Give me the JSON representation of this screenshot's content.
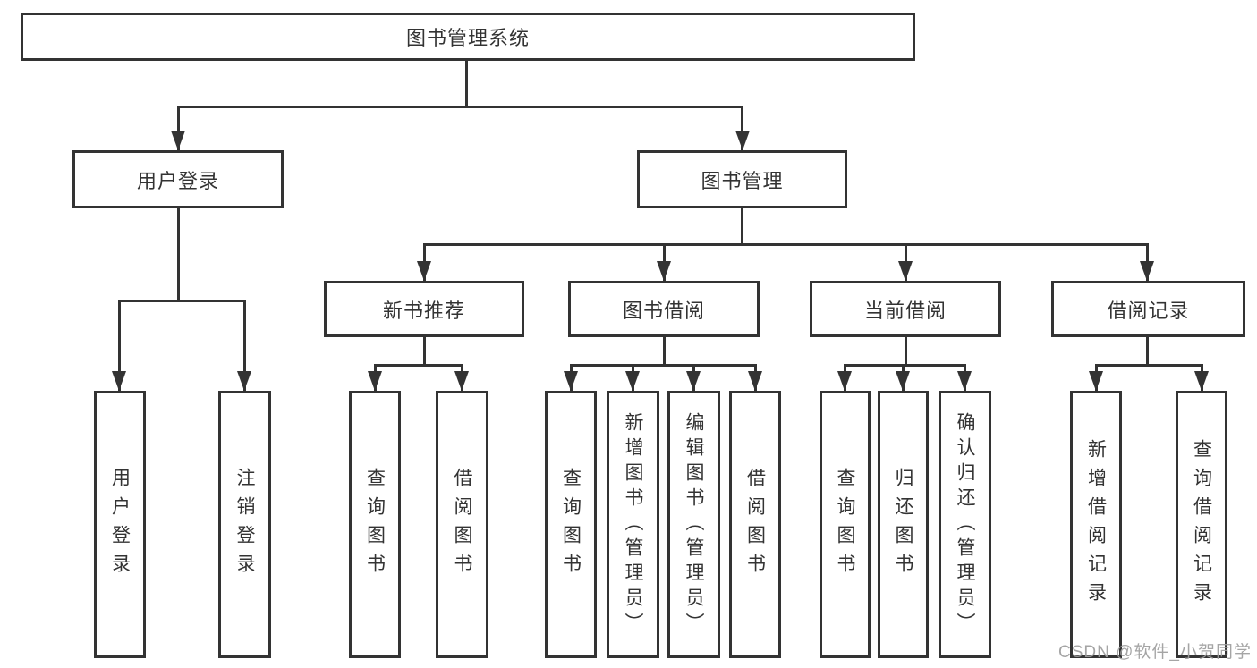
{
  "title": "图书管理系统",
  "tree": {
    "root": {
      "label": "图书管理系统"
    },
    "branches": [
      {
        "label": "用户登录",
        "children": [
          {
            "label": "用户登录"
          },
          {
            "label": "注销登录"
          }
        ]
      },
      {
        "label": "图书管理",
        "children": [
          {
            "label": "新书推荐",
            "children": [
              {
                "label": "查询图书"
              },
              {
                "label": "借阅图书"
              }
            ]
          },
          {
            "label": "图书借阅",
            "children": [
              {
                "label": "查询图书"
              },
              {
                "label": "新增图书（管理员）"
              },
              {
                "label": "编辑图书（管理员）"
              },
              {
                "label": "借阅图书"
              }
            ]
          },
          {
            "label": "当前借阅",
            "children": [
              {
                "label": "查询图书"
              },
              {
                "label": "归还图书"
              },
              {
                "label": "确认归还（管理员）"
              }
            ]
          },
          {
            "label": "借阅记录",
            "children": [
              {
                "label": "新增借阅记录"
              },
              {
                "label": "查询借阅记录"
              }
            ]
          }
        ]
      }
    ]
  },
  "watermark": {
    "text": "CSDN @软件_小贺同学",
    "color": "#9e9e9e"
  },
  "colors": {
    "line": "#333333",
    "text": "#333333",
    "background": "#ffffff"
  }
}
